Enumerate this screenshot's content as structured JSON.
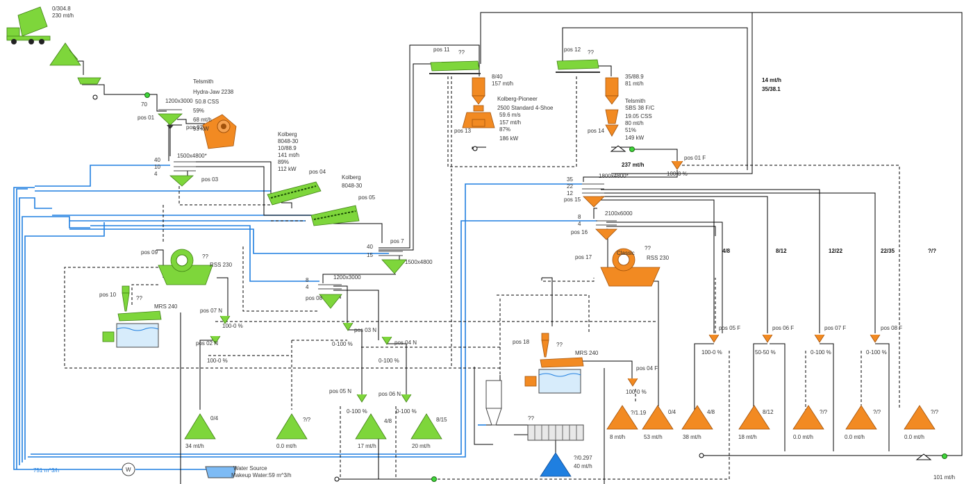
{
  "colors": {
    "green": "#7ed63b",
    "orange": "#f28a22",
    "water": "#1f7fe0",
    "line": "#000000"
  },
  "icons": [
    "truck-icon",
    "feeder-hopper-icon",
    "jaw-crusher-icon",
    "cone-crusher-icon",
    "screen-icon",
    "log-washer-icon",
    "bucket-wheel-icon",
    "dewatering-screen-icon",
    "tank-icon",
    "filter-press-icon",
    "pump-icon",
    "splitter-icon",
    "stockpile-icon",
    "water-source-icon",
    "hydrocyclone-icon"
  ],
  "labels": {
    "feed": "0/304.8",
    "feed_rate": "230 mt/h",
    "pct70": "70",
    "jaw_screen": "1200x3000",
    "jaw": [
      "Telsmith",
      "Hydra-Jaw 2238",
      "50.8 CSS",
      "59%",
      "68 mt/h",
      "93 kW"
    ],
    "pos01": "pos 01",
    "pos02": "pos 02",
    "pos03": "pos 03",
    "pos04": "pos 04",
    "pos05": "pos 05",
    "pos07": "pos 7",
    "pos08": "pos 08",
    "pos09": "pos 09",
    "pos10": "pos 10",
    "pos11": "pos 11",
    "pos12": "pos 12",
    "pos13": "pos 13",
    "pos14": "pos 14",
    "pos15": "pos 15",
    "pos16": "pos 16",
    "pos17": "pos 17",
    "pos18": "pos 18",
    "pos01F": "pos 01 F",
    "pos02N": "pos 02 N",
    "pos03N": "pos 03 N",
    "pos04N": "pos 04 N",
    "pos05N": "pos 05 N",
    "pos06N": "pos 06 N",
    "pos07N": "pos 07 N",
    "pos04F": "pos 04 F",
    "pos05F": "pos 05 F",
    "pos06F": "pos 06 F",
    "pos07F": "pos 07 F",
    "pos08F": "pos 08 F",
    "scr1": "1500x4800*",
    "scr1_decks": [
      "40",
      "10",
      "4"
    ],
    "kolberg1": [
      "Kolberg",
      "8048-30",
      "10/88.9",
      "141 mt/h",
      "89%",
      "112 kW"
    ],
    "kolberg2": [
      "Kolberg",
      "8048-30"
    ],
    "scr2": "1500x4800",
    "scr2_decks": [
      "40",
      "15"
    ],
    "scr3": "1200x3000",
    "scr3_decks": [
      "8",
      "4"
    ],
    "rss": "RSS 230",
    "mrs": "MRS 240",
    "qq": "??",
    "s100_0": "100-0 %",
    "s0_100": "0-100 %",
    "s50_50": "50-50 %",
    "cone1_in": "8/40",
    "cone1_rate": "157 mt/h",
    "cone1": [
      "Kolberg-Pioneer",
      "2500 Standard 4-Shoe",
      "59.6 m/s",
      "157 mt/h",
      "87%",
      "186 kW"
    ],
    "cone2_in": "35/88.9",
    "cone2_rate": "81 mt/h",
    "cone2": [
      "Telsmith",
      "SBS 38 F/C",
      "19.05 CSS",
      "80 mt/h",
      "51%",
      "149 kW"
    ],
    "recycle": [
      "14 mt/h",
      "35/38.1"
    ],
    "rate237": "237 mt/h",
    "scr4": "1800x4800*",
    "scr4_decks": [
      "35",
      "22",
      "12"
    ],
    "scr5": "2100x6000",
    "scr5_decks": [
      "8",
      "4"
    ],
    "classic": "Classic",
    "prod_sizes": [
      "4/8",
      "8/12",
      "12/22",
      "22/35",
      "?/?"
    ],
    "piles": [
      {
        "size": "0/4",
        "rate": "34 mt/h"
      },
      {
        "size": "?/?",
        "rate": "0.0 mt/h"
      },
      {
        "size": "4/8",
        "rate": "17 mt/h"
      },
      {
        "size": "8/15",
        "rate": "20 mt/h"
      },
      {
        "size": "?/1.19",
        "rate": "8 mt/h"
      },
      {
        "size": "0/4",
        "rate": "53 mt/h"
      },
      {
        "size": "4/8",
        "rate": "38 mt/h"
      },
      {
        "size": "8/12",
        "rate": "18 mt/h"
      },
      {
        "size": "?/?",
        "rate": "0.0 mt/h"
      },
      {
        "size": "?/?",
        "rate": "0.0 mt/h"
      },
      {
        "size": "?/?",
        "rate": "0.0 mt/h"
      }
    ],
    "slimes": [
      "?/0.297",
      "40 mt/h"
    ],
    "water_source": "Water Source",
    "makeup": "Makeup Water:59 m^3/h",
    "water_rate": "751 m^3/h",
    "final_rate": "101 mt/h"
  }
}
